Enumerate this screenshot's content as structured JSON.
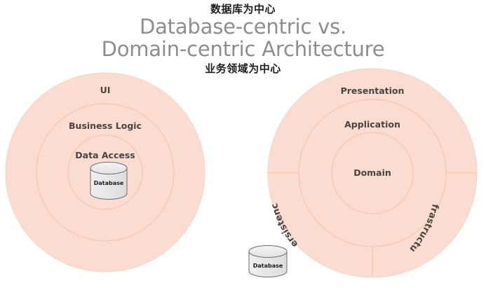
{
  "title": {
    "cn_top": "数据库为中心",
    "en_line1": "Database-centric vs.",
    "en_line2": "Domain-centric Architecture",
    "cn_bottom": "业务领域为中心"
  },
  "colors": {
    "ring_fill": "#fbdcd0",
    "ring_stroke": "#f3c6ae",
    "outer_stroke": "#f7d3c2",
    "label_text": "#4a4340",
    "title_text": "#8d8d8d",
    "cn_text": "#1d1d1d",
    "db_fill": "#e8e8e8",
    "db_stroke": "#6f6f6f",
    "background": "#ffffff"
  },
  "left_diagram": {
    "name": "Database-centric Architecture",
    "rings": [
      {
        "label": "UI"
      },
      {
        "label": "Business Logic"
      },
      {
        "label": "Data Access"
      }
    ],
    "center_icon": {
      "label": "Database"
    }
  },
  "right_diagram": {
    "name": "Domain-centric Architecture",
    "rings": [
      {
        "label": "Presentation"
      },
      {
        "label": "Application"
      },
      {
        "label": "Domain"
      }
    ],
    "arc_labels": [
      {
        "label": "Persistence"
      },
      {
        "label": "Infrastructure"
      }
    ]
  },
  "external_icon": {
    "label": "Database"
  }
}
